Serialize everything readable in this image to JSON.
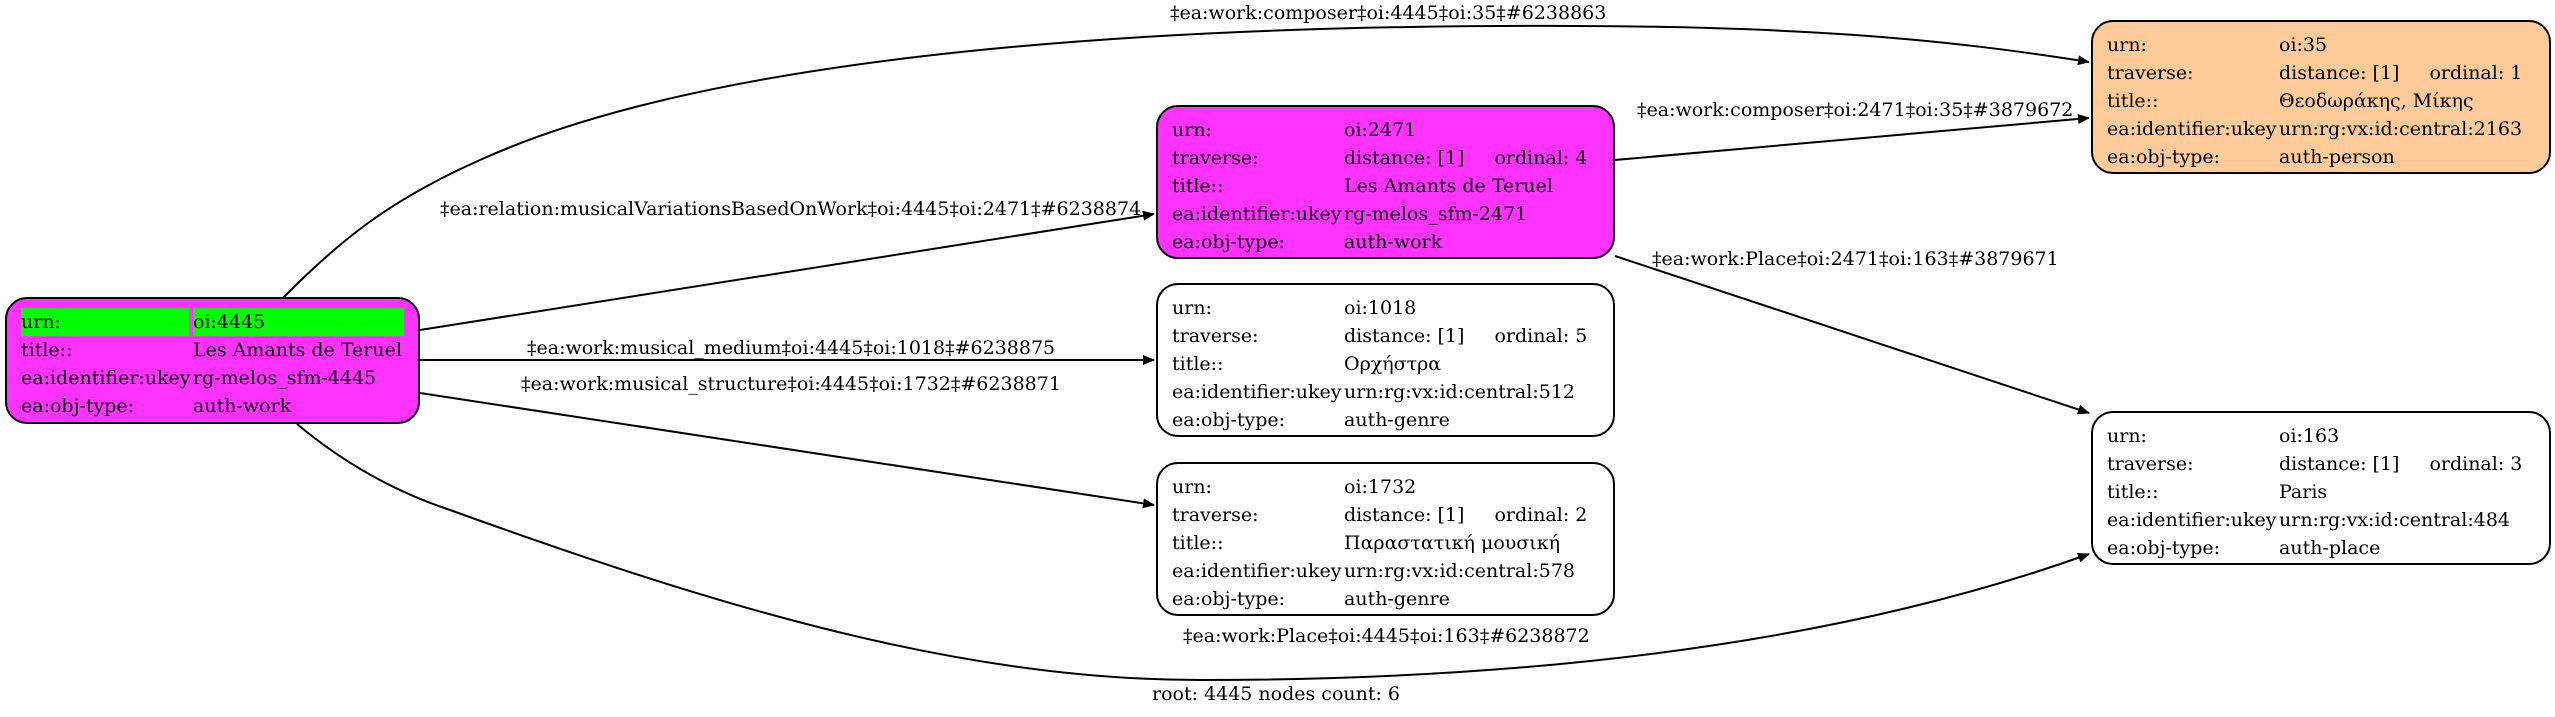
{
  "colors": {
    "work": "#ff33ff",
    "person": "#ffcc99",
    "default": "#ffffff",
    "highlight": "#00ff00"
  },
  "nodes": {
    "n4445": {
      "rows": [
        {
          "k": "urn:",
          "v": "oi:4445"
        },
        {
          "k": "title::",
          "v": "Les Amants de Teruel"
        },
        {
          "k": "ea:identifier:ukey",
          "v": "rg-melos_sfm-4445"
        },
        {
          "k": "ea:obj-type:",
          "v": "auth-work"
        }
      ]
    },
    "n2471": {
      "urn": "oi:2471",
      "distance": "distance: [1]",
      "ordinal": "ordinal: 4",
      "title": "Les Amants de Teruel",
      "ukey": "rg-melos_sfm-2471",
      "type": "auth-work"
    },
    "n35": {
      "urn": "oi:35",
      "distance": "distance: [1]",
      "ordinal": "ordinal: 1",
      "title": "Θεοδωράκης, Μίκης",
      "ukey": "urn:rg:vx:id:central:2163",
      "type": "auth-person"
    },
    "n1018": {
      "urn": "oi:1018",
      "distance": "distance: [1]",
      "ordinal": "ordinal: 5",
      "title": "Ορχήστρα",
      "ukey": "urn:rg:vx:id:central:512",
      "type": "auth-genre"
    },
    "n1732": {
      "urn": "oi:1732",
      "distance": "distance: [1]",
      "ordinal": "ordinal: 2",
      "title": "Παραστατική μουσική",
      "ukey": "urn:rg:vx:id:central:578",
      "type": "auth-genre"
    },
    "n163": {
      "urn": "oi:163",
      "distance": "distance: [1]",
      "ordinal": "ordinal: 3",
      "title": "Paris",
      "ukey": "urn:rg:vx:id:central:484",
      "type": "auth-place"
    }
  },
  "keys": {
    "urn": "urn:",
    "traverse": "traverse:",
    "title": "title::",
    "ukey": "ea:identifier:ukey",
    "type": "ea:obj-type:"
  },
  "edges": {
    "e4445_35": "‡ea:work:composer‡oi:4445‡oi:35‡#6238863",
    "e4445_2471": "‡ea:relation:musicalVariationsBasedOnWork‡oi:4445‡oi:2471‡#6238874",
    "e2471_35": "‡ea:work:composer‡oi:2471‡oi:35‡#3879672",
    "e2471_163": "‡ea:work:Place‡oi:2471‡oi:163‡#3879671",
    "e4445_1018": "‡ea:work:musical_medium‡oi:4445‡oi:1018‡#6238875",
    "e4445_1732": "‡ea:work:musical_structure‡oi:4445‡oi:1732‡#6238871",
    "e4445_163": "‡ea:work:Place‡oi:4445‡oi:163‡#6238872"
  },
  "footer": "root: 4445 nodes count: 6"
}
